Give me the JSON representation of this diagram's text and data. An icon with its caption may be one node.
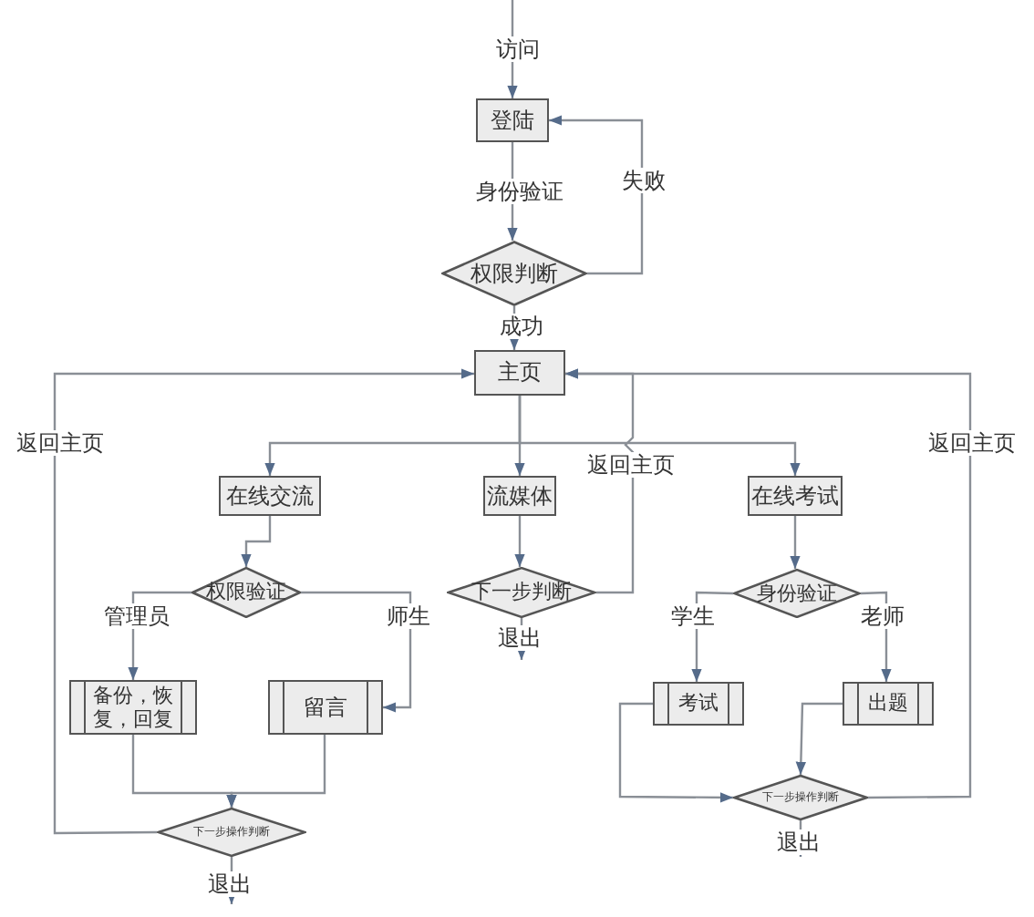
{
  "diagram": {
    "nodes": [
      {
        "text": [
          "登陆"
        ]
      },
      {
        "text": [
          "权限判断"
        ]
      },
      {
        "text": [
          "主页"
        ]
      },
      {
        "text": [
          "在线交流"
        ]
      },
      {
        "text": [
          "流媒体"
        ]
      },
      {
        "text": [
          "在线考试"
        ]
      },
      {
        "text": [
          "权限验证"
        ]
      },
      {
        "text": [
          "下一步判断"
        ]
      },
      {
        "text": [
          "身份验证"
        ]
      },
      {
        "text": [
          "备份，恢复，回复"
        ]
      },
      {
        "text": [
          "留言"
        ]
      },
      {
        "text": [
          "考试"
        ]
      },
      {
        "text": [
          "出题"
        ]
      },
      {
        "text": [
          "下一步操作判断"
        ]
      },
      {
        "text": [
          "下一步操作判断"
        ]
      }
    ],
    "edges": [
      {
        "from": null,
        "to": 0,
        "arrow": "to",
        "label": "访问"
      },
      {
        "from": 0,
        "to": 1,
        "arrow": "to",
        "label": "身份验证"
      },
      {
        "from": 1,
        "to": 0,
        "arrow": "to",
        "label": "失败"
      },
      {
        "from": 1,
        "to": 2,
        "arrow": "to",
        "label": "成功"
      },
      {
        "from": 2,
        "to": 3,
        "arrow": "to"
      },
      {
        "from": 2,
        "to": 4,
        "arrow": "to"
      },
      {
        "from": 2,
        "to": 5,
        "arrow": "to"
      },
      {
        "from": 3,
        "to": 6,
        "arrow": "to"
      },
      {
        "from": 6,
        "to": 9,
        "arrow": "to",
        "label": "管理员"
      },
      {
        "from": 6,
        "to": 10,
        "arrow": "to",
        "label": "师生"
      },
      {
        "from": 4,
        "to": 7,
        "arrow": "to"
      },
      {
        "from": 7,
        "to": null,
        "arrow": "to",
        "label": "退出"
      },
      {
        "from": 7,
        "to": 2,
        "arrow": "to",
        "label": "返回主页"
      },
      {
        "from": 5,
        "to": 8,
        "arrow": "to"
      },
      {
        "from": 8,
        "to": 11,
        "arrow": "to",
        "label": "学生"
      },
      {
        "from": 8,
        "to": 12,
        "arrow": "to",
        "label": "老师"
      },
      {
        "from": 9,
        "to": 13,
        "arrow": "to"
      },
      {
        "from": 10,
        "to": 13,
        "arrow": "to"
      },
      {
        "from": 13,
        "to": null,
        "arrow": "to",
        "label": "退出"
      },
      {
        "from": 13,
        "to": 2,
        "arrow": "to",
        "label": "返回主页"
      },
      {
        "from": 11,
        "to": 14,
        "arrow": "to"
      },
      {
        "from": 12,
        "to": 14,
        "arrow": "to"
      },
      {
        "from": 14,
        "to": 2,
        "arrow": "to",
        "label": "返回主页"
      },
      {
        "from": 14,
        "to": null,
        "arrow": "to",
        "label": "退出"
      }
    ]
  }
}
